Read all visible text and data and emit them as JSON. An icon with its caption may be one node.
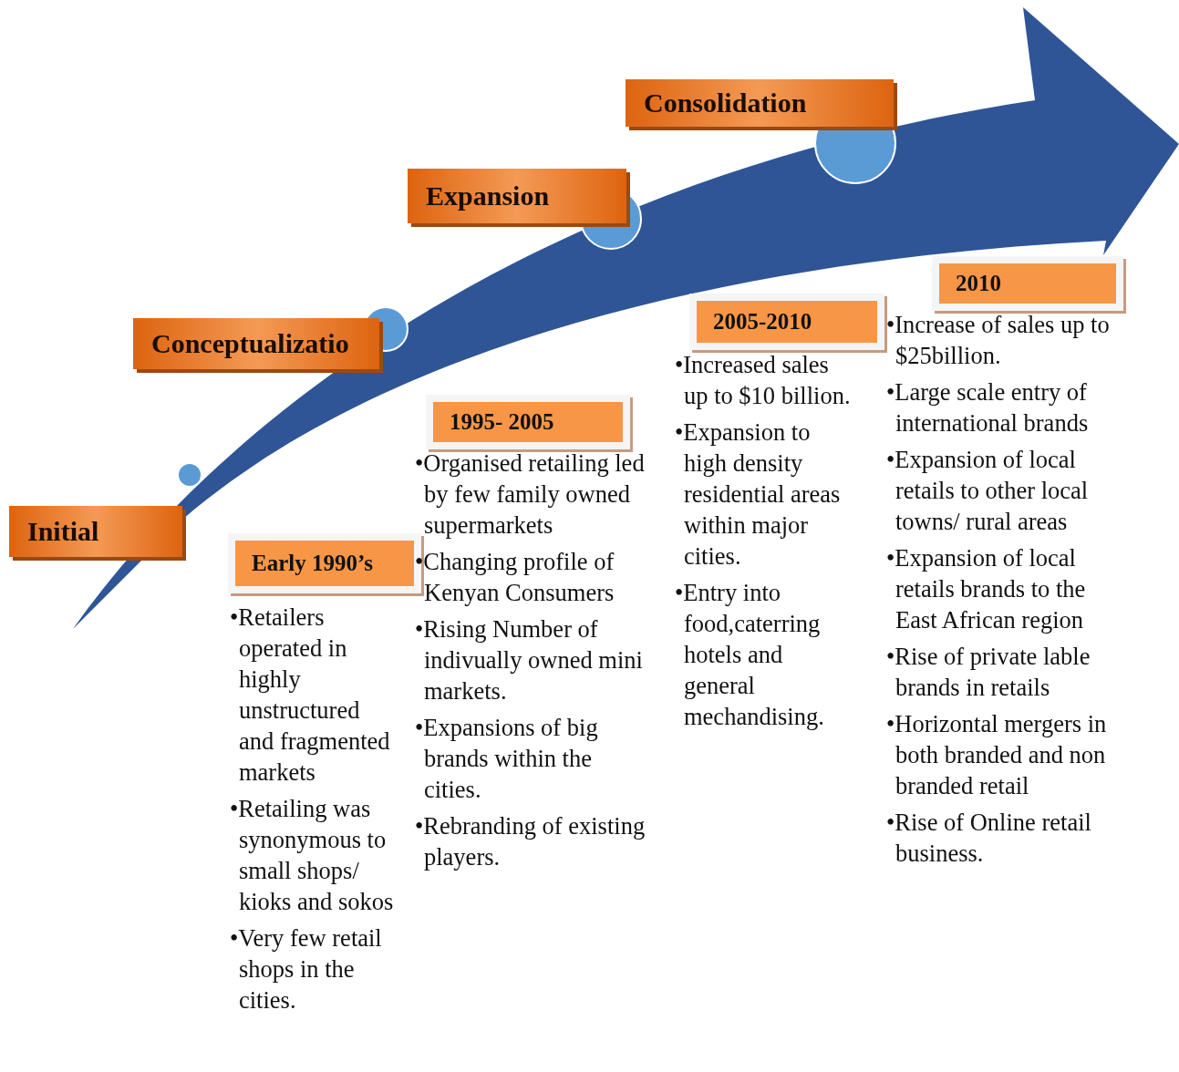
{
  "diagram": {
    "nodes": [
      {
        "text": [
          "Initial"
        ]
      },
      {
        "text": [
          "Conceptualizatio"
        ]
      },
      {
        "text": [
          "Expansion"
        ]
      },
      {
        "text": [
          "Consolidation"
        ]
      },
      {
        "text": [
          "Early 1990’s"
        ],
        "beside": [
          "•Retailers operated in highly unstructured and fragmented markets",
          "•Retailing was synonymous to small shops/ kioks and sokos",
          "•Very few retail shops in the cities."
        ]
      },
      {
        "text": [
          "1995- 2005"
        ],
        "beside": [
          "•Organised retailing led by few family owned supermarkets",
          "•Changing profile of Kenyan Consumers",
          "•Rising Number of indivually owned mini markets.",
          "•Expansions of big brands within the cities.",
          "•Rebranding of existing players."
        ]
      },
      {
        "text": [
          "2005-2010"
        ],
        "beside": [
          "•Increased sales up to $10 billion.",
          "•Expansion to high density residential areas within major cities.",
          "•Entry into food,caterring hotels and general mechandising."
        ]
      },
      {
        "text": [
          "2010"
        ],
        "beside": [
          "•Increase of sales up to $25billion.",
          "•Large scale entry of international brands",
          "•Expansion of local retails to other local towns/ rural areas",
          "•Expansion of local retails brands to the East African region",
          "•Rise of private lable brands in retails",
          "•Horizontal mergers in both branded and non branded retail",
          "•Rise of Online retail business."
        ]
      }
    ],
    "edges": []
  }
}
